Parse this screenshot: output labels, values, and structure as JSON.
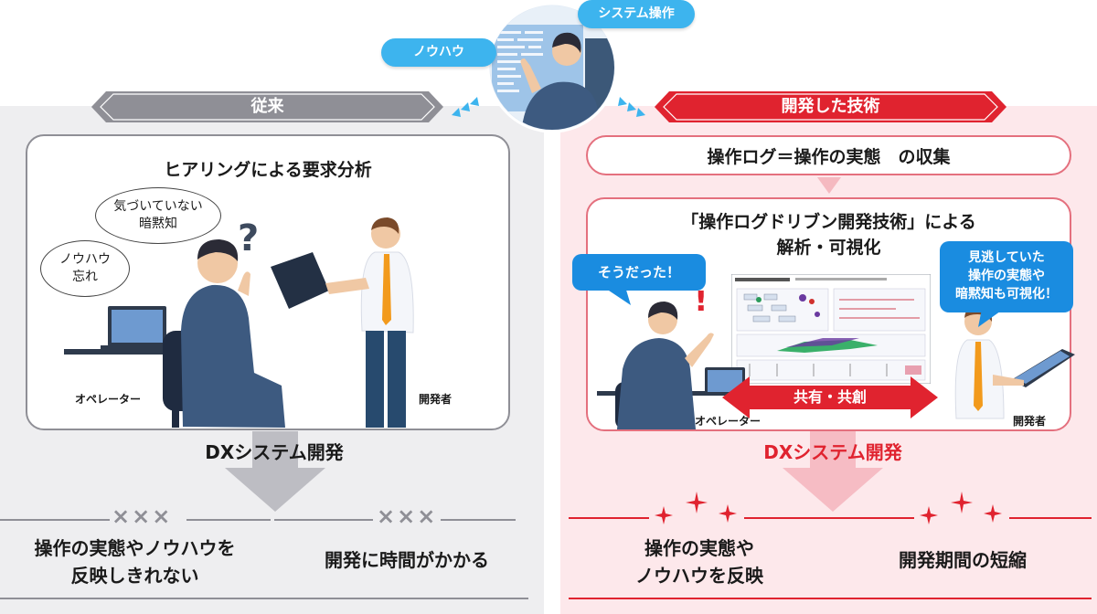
{
  "top": {
    "bubble_knowhow": "ノウハウ",
    "bubble_system_ops": "システム操作"
  },
  "left": {
    "header": "従来",
    "card_title": "ヒアリングによる要求分析",
    "thought_unaware": "気づいていない\n暗黙知",
    "thought_knowhow": "ノウハウ\n忘れ",
    "label_operator": "オペレーター",
    "label_developer": "開発者",
    "dx_label": "DXシステム開発",
    "marks": "×××",
    "result1": "操作の実態やノウハウを\n反映しきれない",
    "result2": "開発に時間がかかる"
  },
  "right": {
    "header": "開発した技術",
    "log_pill": "操作ログ＝操作の実態　の収集",
    "card_title": "「操作ログドリブン開発技術」による\n解析・可視化",
    "bubble_operator": "そうだった！",
    "bubble_developer": "見逃していた\n操作の実態や\n暗黙知も可視化！",
    "share_label": "共有・共創",
    "label_operator": "オペレーター",
    "label_developer": "開発者",
    "dx_label": "DXシステム開発",
    "result1": "操作の実態や\nノウハウを反映",
    "result2": "開発期間の短縮"
  },
  "colors": {
    "gray": "#8f8f96",
    "red": "#e0232f",
    "pink_bg": "#fde8eb",
    "gray_bg": "#eeeef0",
    "blue": "#1a8ce0"
  }
}
